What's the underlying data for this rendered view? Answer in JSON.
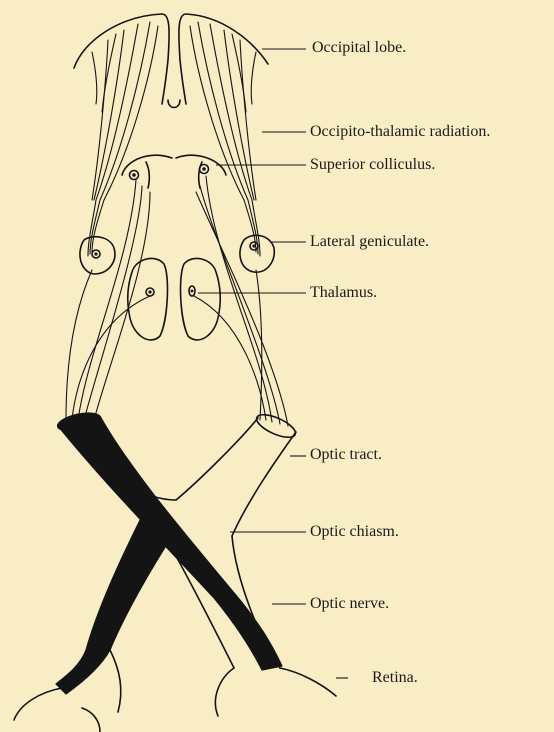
{
  "labels": {
    "occipital_lobe": "Occipital lobe.",
    "occipito_thalamic_radiation": "Occipito-thalamic radiation.",
    "superior_colliculus": "Superior colliculus.",
    "lateral_geniculate": "Lateral geniculate.",
    "thalamus": "Thalamus.",
    "optic_tract": "Optic tract.",
    "optic_chiasm": "Optic chiasm.",
    "optic_nerve": "Optic nerve.",
    "retina": "Retina."
  },
  "colors": {
    "background": "#f9edc6",
    "ink": "#141414"
  }
}
